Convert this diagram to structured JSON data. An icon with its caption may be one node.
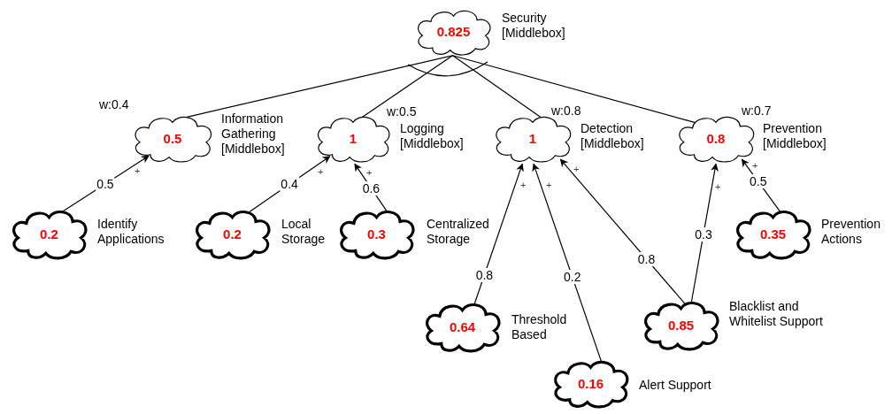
{
  "diagram": {
    "nodes": [
      {
        "text": [
          "0.825"
        ],
        "beside": [
          "Security [Middlebox]"
        ]
      },
      {
        "text": [
          "0.5"
        ],
        "beside": [
          "w:0.4",
          "Information Gathering [Middlebox]"
        ]
      },
      {
        "text": [
          "1"
        ],
        "beside": [
          "w:0.5",
          "Logging [Middlebox]"
        ]
      },
      {
        "text": [
          "1"
        ],
        "beside": [
          "w:0.8",
          "Detection [Middlebox]"
        ]
      },
      {
        "text": [
          "0.8"
        ],
        "beside": [
          "w:0.7",
          "Prevention [Middlebox]"
        ]
      },
      {
        "text": [
          "0.2"
        ],
        "beside": [
          "Identify Applications"
        ]
      },
      {
        "text": [
          "0.2"
        ],
        "beside": [
          "Local Storage"
        ]
      },
      {
        "text": [
          "0.3"
        ],
        "beside": [
          "Centralized Storage"
        ]
      },
      {
        "text": [
          "0.64"
        ],
        "beside": [
          "Threshold Based"
        ]
      },
      {
        "text": [
          "0.16"
        ],
        "beside": [
          "Alert Support"
        ]
      },
      {
        "text": [
          "0.85"
        ],
        "beside": [
          "Blacklist and Whitelist Support"
        ]
      },
      {
        "text": [
          "0.35"
        ],
        "beside": [
          "Prevention Actions"
        ]
      }
    ],
    "edges": [
      {
        "from": 0,
        "to": 1,
        "arrow": "none"
      },
      {
        "from": 0,
        "to": 2,
        "arrow": "none"
      },
      {
        "from": 0,
        "to": 3,
        "arrow": "none"
      },
      {
        "from": 0,
        "to": 4,
        "arrow": "none"
      },
      {
        "from": 5,
        "to": 1,
        "arrow": "to",
        "label": "0.5"
      },
      {
        "from": 6,
        "to": 2,
        "arrow": "to",
        "label": "0.4"
      },
      {
        "from": 7,
        "to": 2,
        "arrow": "to",
        "label": "0.6"
      },
      {
        "from": 8,
        "to": 3,
        "arrow": "to",
        "label": "0.8"
      },
      {
        "from": 9,
        "to": 3,
        "arrow": "to",
        "label": "0.2"
      },
      {
        "from": 10,
        "to": 3,
        "arrow": "to",
        "label": "0.8"
      },
      {
        "from": 10,
        "to": 4,
        "arrow": "to",
        "label": "0.3"
      },
      {
        "from": 11,
        "to": 4,
        "arrow": "to",
        "label": "0.5"
      }
    ],
    "labels": [
      "+",
      "+",
      "+",
      "+",
      "+",
      "+",
      "+",
      "+"
    ]
  }
}
